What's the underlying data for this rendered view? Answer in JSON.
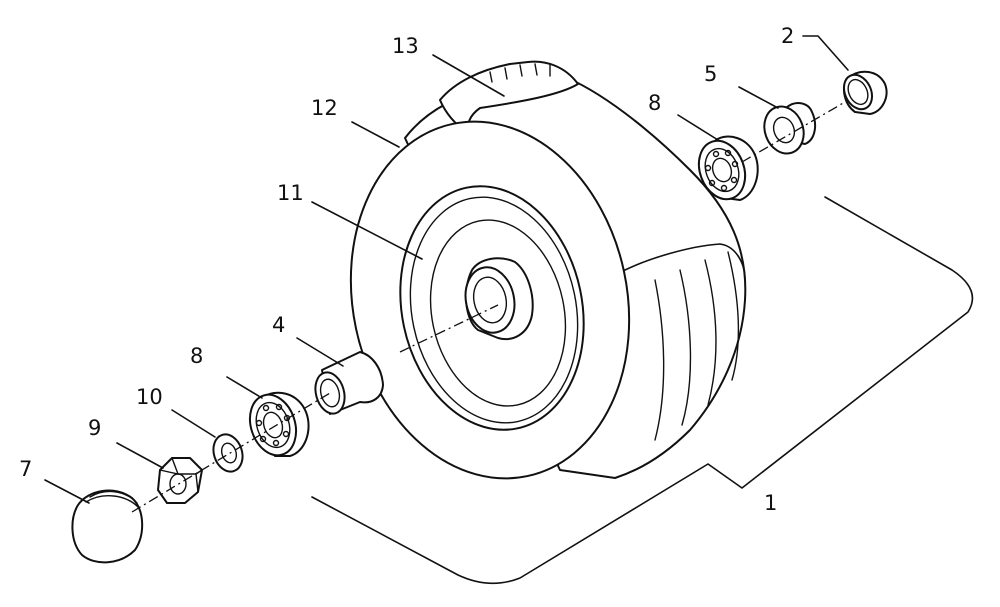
{
  "diagram": {
    "parts": [
      {
        "key": "p1",
        "number": "1"
      },
      {
        "key": "p2",
        "number": "2"
      },
      {
        "key": "p4",
        "number": "4"
      },
      {
        "key": "p5",
        "number": "5"
      },
      {
        "key": "p7",
        "number": "7"
      },
      {
        "key": "p8a",
        "number": "8"
      },
      {
        "key": "p8b",
        "number": "8"
      },
      {
        "key": "p9",
        "number": "9"
      },
      {
        "key": "p10",
        "number": "10"
      },
      {
        "key": "p11",
        "number": "11"
      },
      {
        "key": "p12",
        "number": "12"
      },
      {
        "key": "p13",
        "number": "13"
      }
    ]
  }
}
